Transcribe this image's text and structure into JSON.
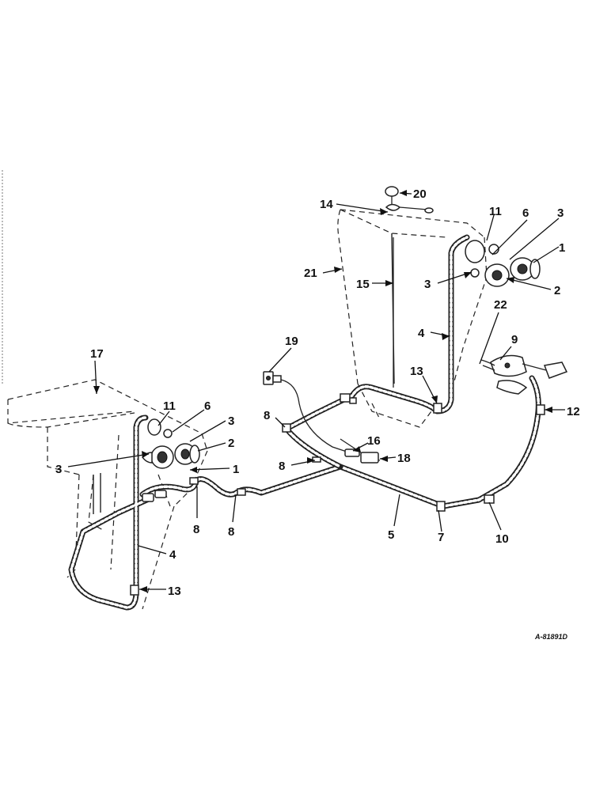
{
  "drawing_code": "A-81891D",
  "callouts": [
    {
      "id": "c1a",
      "text": "1"
    },
    {
      "id": "c1b",
      "text": "1"
    },
    {
      "id": "c2a",
      "text": "2"
    },
    {
      "id": "c2b",
      "text": "2"
    },
    {
      "id": "c3a",
      "text": "3"
    },
    {
      "id": "c3b",
      "text": "3"
    },
    {
      "id": "c3c",
      "text": "3"
    },
    {
      "id": "c3d",
      "text": "3"
    },
    {
      "id": "c4a",
      "text": "4"
    },
    {
      "id": "c4b",
      "text": "4"
    },
    {
      "id": "c5",
      "text": "5"
    },
    {
      "id": "c6a",
      "text": "6"
    },
    {
      "id": "c6b",
      "text": "6"
    },
    {
      "id": "c7",
      "text": "7"
    },
    {
      "id": "c8a",
      "text": "8"
    },
    {
      "id": "c8b",
      "text": "8"
    },
    {
      "id": "c8c",
      "text": "8"
    },
    {
      "id": "c8d",
      "text": "8"
    },
    {
      "id": "c9",
      "text": "9"
    },
    {
      "id": "c10",
      "text": "10"
    },
    {
      "id": "c11a",
      "text": "11"
    },
    {
      "id": "c11b",
      "text": "11"
    },
    {
      "id": "c12",
      "text": "12"
    },
    {
      "id": "c13a",
      "text": "13"
    },
    {
      "id": "c13b",
      "text": "13"
    },
    {
      "id": "c14",
      "text": "14"
    },
    {
      "id": "c15",
      "text": "15"
    },
    {
      "id": "c16",
      "text": "16"
    },
    {
      "id": "c17",
      "text": "17"
    },
    {
      "id": "c18",
      "text": "18"
    },
    {
      "id": "c19",
      "text": "19"
    },
    {
      "id": "c20",
      "text": "20"
    },
    {
      "id": "c21",
      "text": "21"
    },
    {
      "id": "c22",
      "text": "22"
    }
  ]
}
